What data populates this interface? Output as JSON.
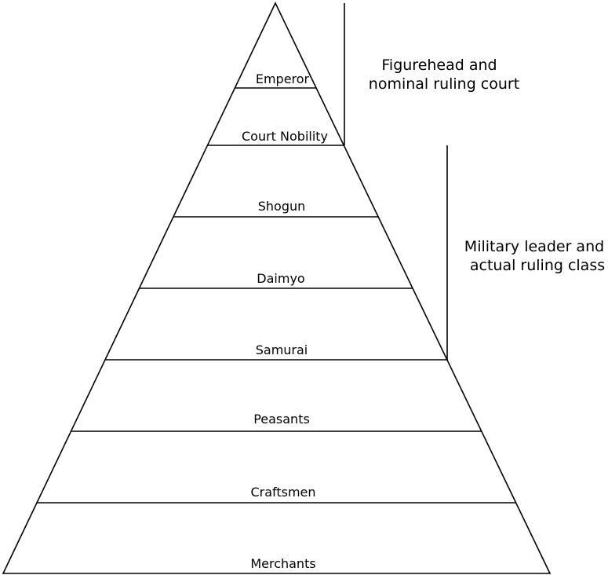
{
  "diagram": {
    "levels": [
      "Emperor",
      "Court Nobility",
      "Shogun",
      "Daimyo",
      "Samurai",
      "Peasants",
      "Craftsmen",
      "Merchants"
    ],
    "groups": {
      "figurehead": {
        "line1": "Figurehead and",
        "line2": "nominal ruling court"
      },
      "military": {
        "line1": "Military leader and",
        "line2": "actual ruling class"
      }
    },
    "stroke_color": "#000000",
    "background_color": "#ffffff"
  }
}
